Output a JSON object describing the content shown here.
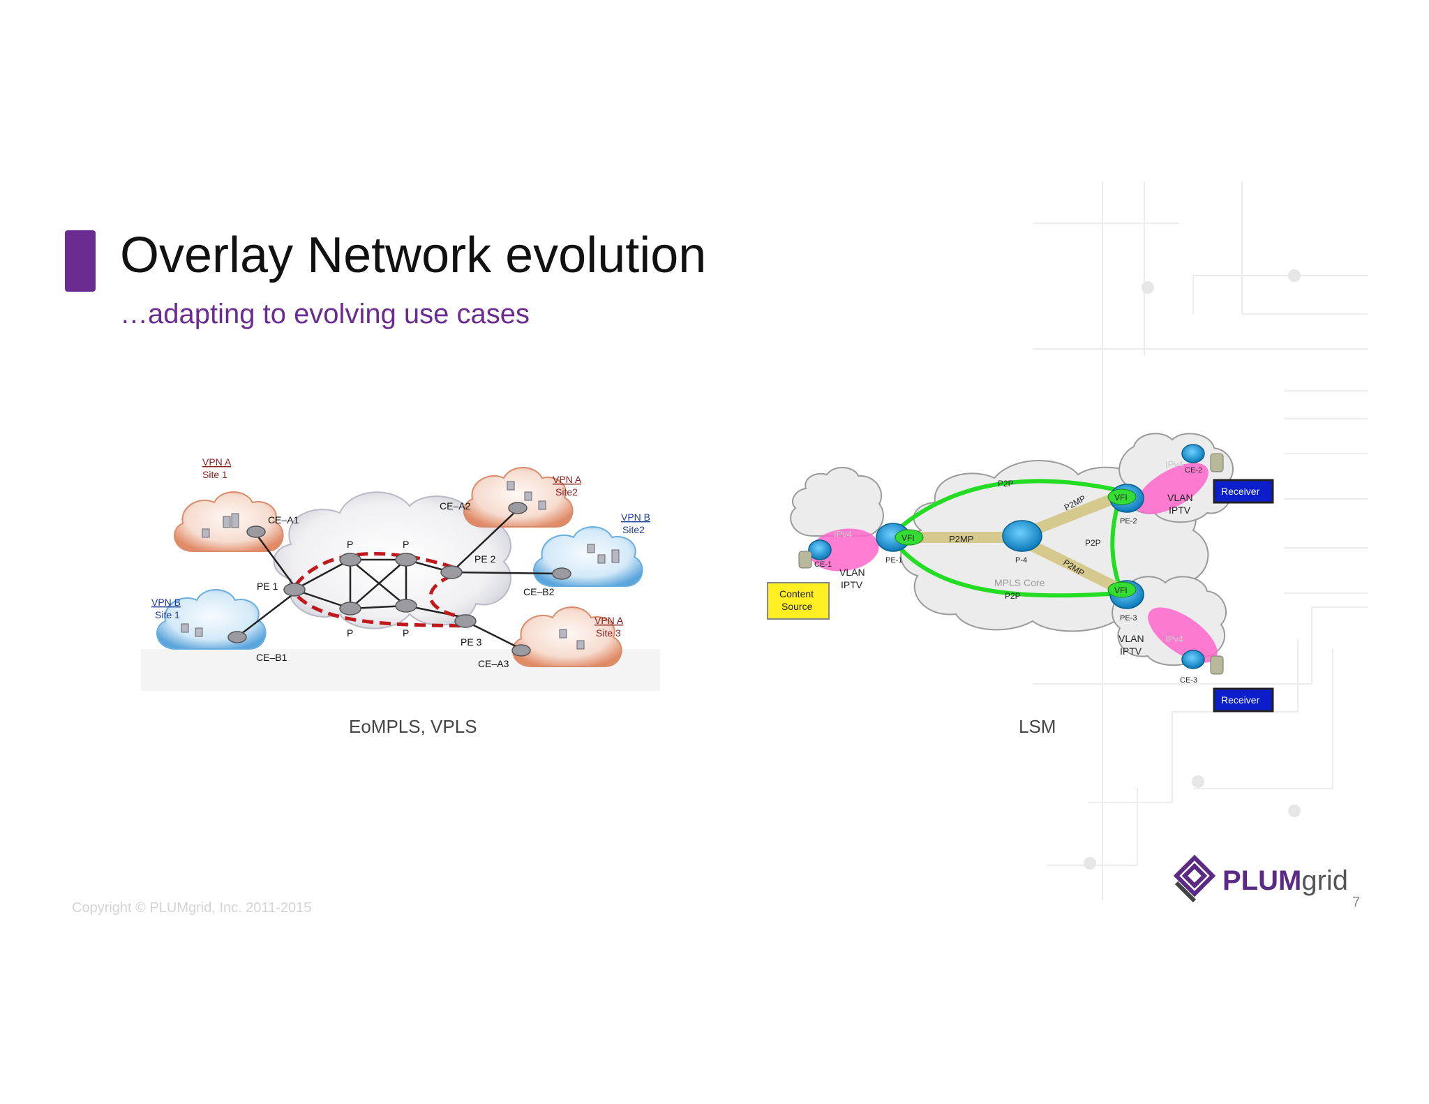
{
  "slide": {
    "title": "Overlay Network evolution",
    "subtitle": "…adapting to evolving use cases",
    "copyright": "Copyright © PLUMgrid, Inc. 2011-2015",
    "page_number": "7",
    "accent_color": "#6a2c91"
  },
  "logo": {
    "bold": "PLUM",
    "regular": "grid"
  },
  "left_diagram": {
    "caption": "EoMPLS, VPLS",
    "labels": {
      "vpn_a_site1_name": "VPN A",
      "vpn_a_site1_site": "Site 1",
      "vpn_a_site2_name": "VPN A",
      "vpn_a_site2_site": "Site2",
      "vpn_b_site2_name": "VPN B",
      "vpn_b_site2_site": "Site2",
      "vpn_b_site1_name": "VPN B",
      "vpn_b_site1_site": "Site 1",
      "vpn_a_site3_name": "VPN A",
      "vpn_a_site3_site": "Site 3",
      "ce_a1": "CE–A1",
      "ce_a2": "CE–A2",
      "ce_b1": "CE–B1",
      "ce_b2": "CE–B2",
      "ce_a3": "CE–A3",
      "pe1": "PE 1",
      "pe2": "PE 2",
      "pe3": "PE 3",
      "p_tl": "P",
      "p_tr": "P",
      "p_bl": "P",
      "p_br": "P"
    }
  },
  "right_diagram": {
    "caption": "LSM",
    "labels": {
      "content_source_1": "Content",
      "content_source_2": "Source",
      "receiver_top": "Receiver",
      "receiver_bottom": "Receiver",
      "ce1": "CE-1",
      "ce2": "CE-2",
      "ce3": "CE-3",
      "pe1": "PE-1",
      "pe2": "PE-2",
      "pe3": "PE-3",
      "p4": "P-4",
      "vfi_pe1": "VFI",
      "vfi_pe2": "VFI",
      "vfi_pe3": "VFI",
      "p2mp_pe1_p4": "P2MP",
      "p2mp_p4_pe2": "P2MP",
      "p2mp_p4_pe3": "P2MP",
      "p2p_top": "P2P",
      "p2p_bottom": "P2P",
      "p2p_right": "P2P",
      "mpls_core": "MPLS Core",
      "vlan_left": "VLAN",
      "iptv_left": "IPTV",
      "vlan_top": "VLAN",
      "iptv_top": "IPTV",
      "vlan_bottom": "VLAN",
      "iptv_bottom": "IPTV"
    },
    "colors": {
      "p2p_link": "#22dd22",
      "p2mp_link": "#d6c98e",
      "router": "#1c9bd8",
      "vfi": "#33dd33",
      "vlan_blob": "#ff66cc",
      "content_box": "#ffee22",
      "receiver_box": "#0a1ecc"
    }
  }
}
